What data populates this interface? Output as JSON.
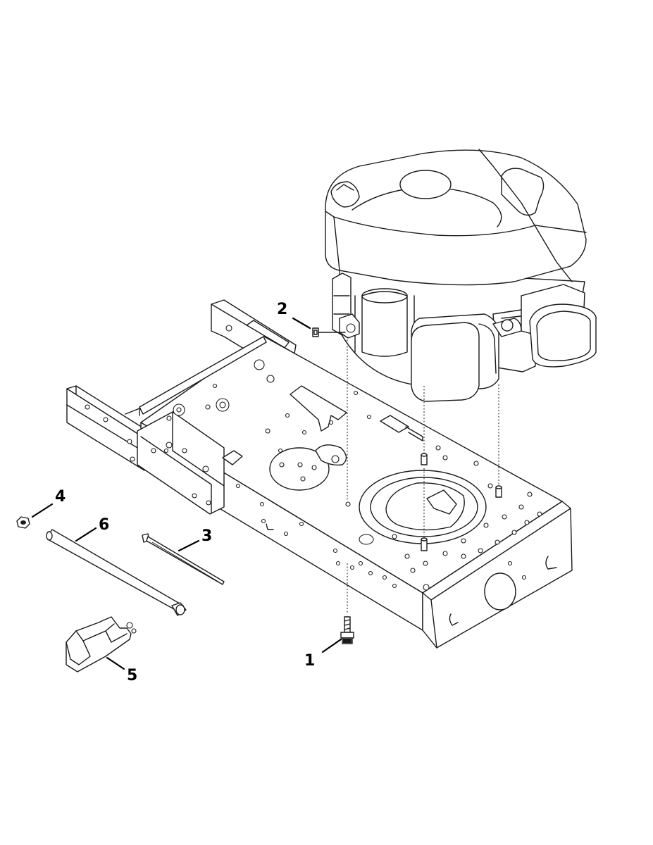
{
  "callouts": [
    {
      "id": "1",
      "label": "1",
      "part": "bolt"
    },
    {
      "id": "2",
      "label": "2",
      "part": "nut"
    },
    {
      "id": "3",
      "label": "3",
      "part": "cable-tie"
    },
    {
      "id": "4",
      "label": "4",
      "part": "hex-nut"
    },
    {
      "id": "5",
      "label": "5",
      "part": "shield"
    },
    {
      "id": "6",
      "label": "6",
      "part": "rod"
    }
  ],
  "colors": {
    "line": "#1a1a1a",
    "background": "#ffffff"
  }
}
